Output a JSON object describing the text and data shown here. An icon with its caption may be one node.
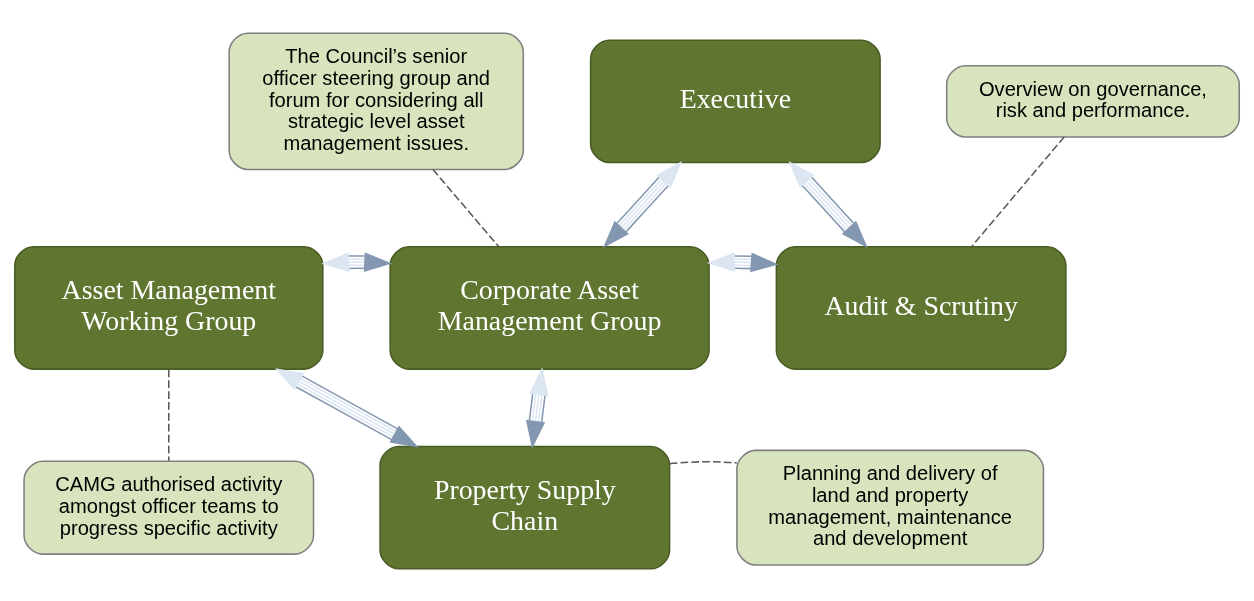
{
  "diagram": {
    "nodes": [
      {
        "text": [
          "Executive"
        ]
      },
      {
        "text": [
          "The Council’s senior officer steering group and forum for considering all strategic level asset management issues."
        ]
      },
      {
        "text": [
          "Overview on governance, risk and performance."
        ]
      },
      {
        "text": [
          "Asset Management Working Group"
        ]
      },
      {
        "text": [
          "Corporate Asset Management Group"
        ]
      },
      {
        "text": [
          "Audit & Scrutiny"
        ]
      },
      {
        "text": [
          "CAMG authorised activity amongst officer teams to progress specific activity"
        ]
      },
      {
        "text": [
          "Property Supply Chain"
        ]
      },
      {
        "text": [
          "Planning and delivery of land and property management, maintenance and development"
        ]
      }
    ],
    "edges": [
      {
        "from": 0,
        "to": 4,
        "arrow": "both"
      },
      {
        "from": 0,
        "to": 5,
        "arrow": "both"
      },
      {
        "from": 3,
        "to": 4,
        "arrow": "both"
      },
      {
        "from": 4,
        "to": 5,
        "arrow": "both"
      },
      {
        "from": 3,
        "to": 7,
        "arrow": "both"
      },
      {
        "from": 4,
        "to": 7,
        "arrow": "both"
      },
      {
        "from": 1,
        "to": 4,
        "arrow": "none",
        "style": "dashed",
        "color": "#595959"
      },
      {
        "from": 2,
        "to": 5,
        "arrow": "none",
        "style": "dashed",
        "color": "#595959"
      },
      {
        "from": 3,
        "to": 6,
        "arrow": "none",
        "style": "dashed",
        "color": "#595959"
      },
      {
        "from": 7,
        "to": 8,
        "arrow": "none",
        "style": "dashed",
        "color": "#595959"
      }
    ]
  }
}
